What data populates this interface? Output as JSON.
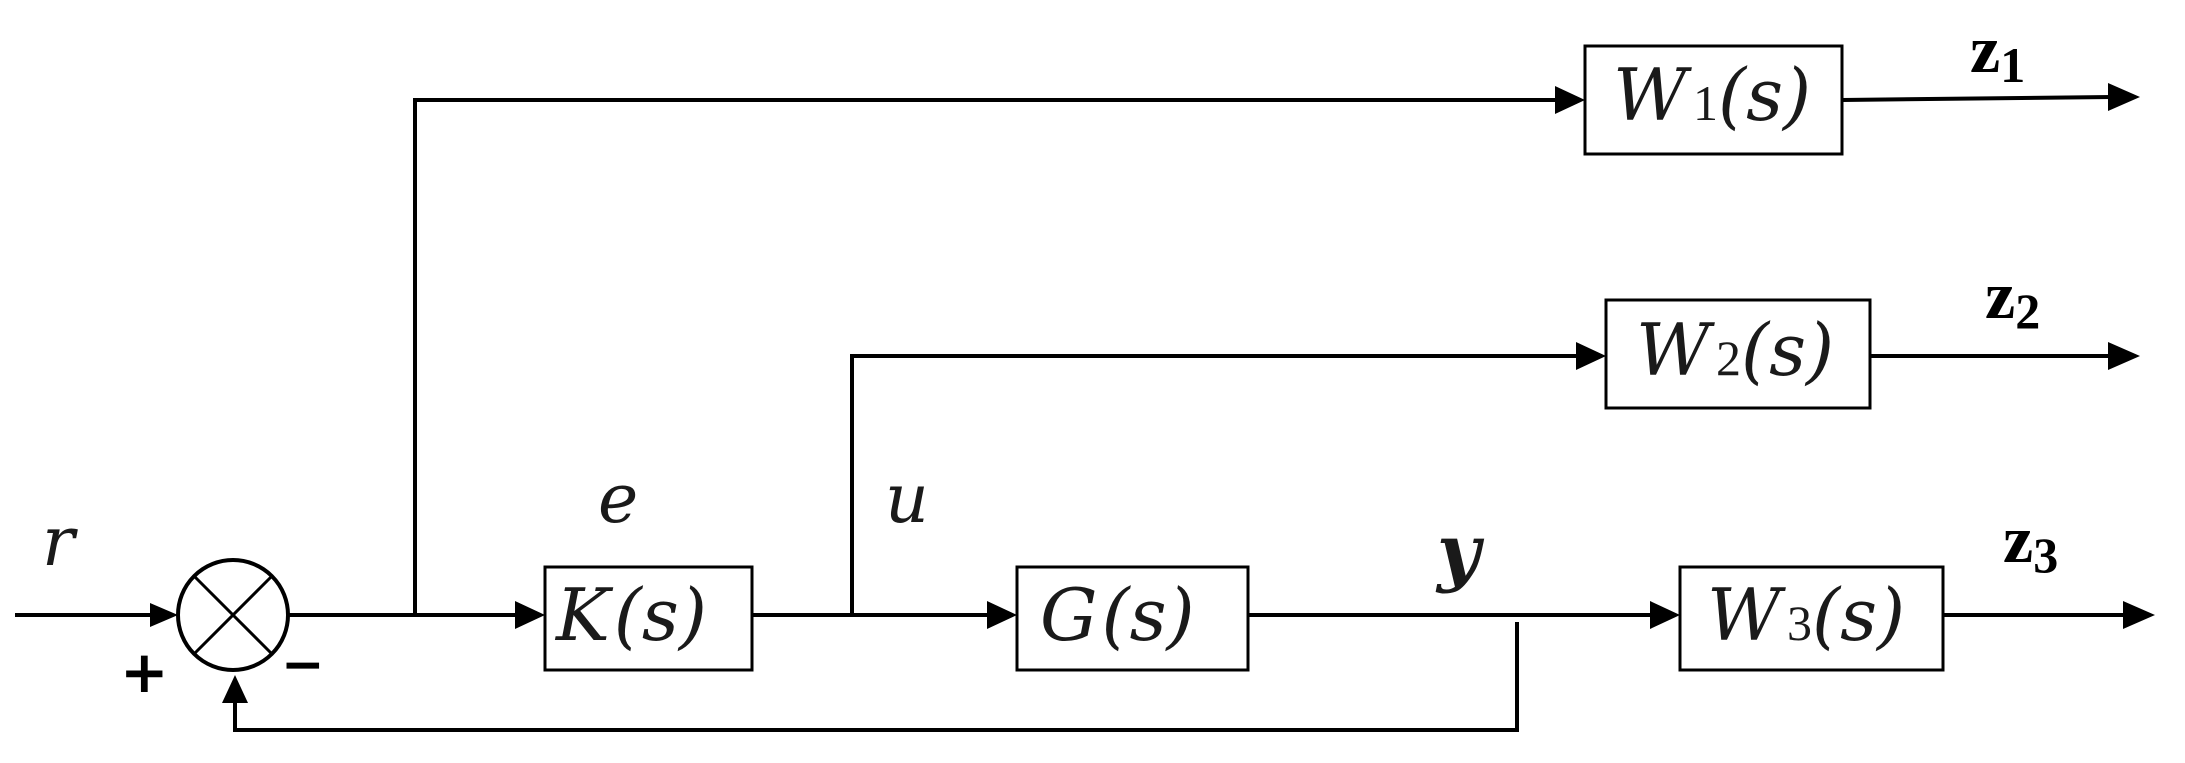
{
  "blocks": {
    "w1": {
      "letter": "W",
      "index": "1",
      "arg": "(s)"
    },
    "w2": {
      "letter": "W",
      "index": "2",
      "arg": "(s)"
    },
    "w3": {
      "letter": "W",
      "index": "3",
      "arg": "(s)"
    },
    "k": {
      "letter": "K",
      "arg": "(s)"
    },
    "g": {
      "letter": "G",
      "arg": "(s)"
    }
  },
  "signals": {
    "r": "r",
    "e": "e",
    "u": "u",
    "y": "y",
    "z1": {
      "letter": "z",
      "index": "1"
    },
    "z2": {
      "letter": "z",
      "index": "2"
    },
    "z3": {
      "letter": "z",
      "index": "3"
    }
  },
  "summing_junction": {
    "plus": "+",
    "minus": "−"
  }
}
